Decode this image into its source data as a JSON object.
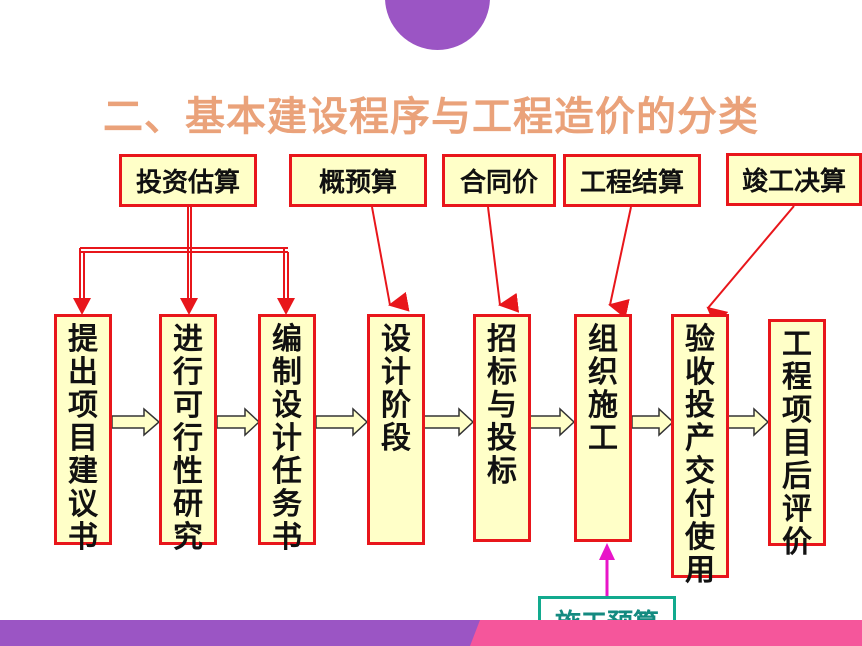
{
  "title": "二、基本建设程序与工程造价的分类",
  "cost_labels": [
    "投资估算",
    "概预算",
    "合同价",
    "工程结算",
    "竣工决算"
  ],
  "stages": [
    "提出项目建议书",
    "进行可行性研究",
    "编制设计任务书",
    "设计阶段",
    "招标与投标",
    "组织施工",
    "验收投产交付使用",
    "工程项目后评价"
  ],
  "bottom_label": "施工预算",
  "colors": {
    "title": "#eaa27a",
    "box_border": "#e8161b",
    "box_fill": "#ffffc8",
    "connector": "#e8161b",
    "bottom_arrow": "#e815c8",
    "bottom_box_border": "#12aa8e",
    "band_left": "#9b55c4",
    "band_right": "#f5569b"
  }
}
